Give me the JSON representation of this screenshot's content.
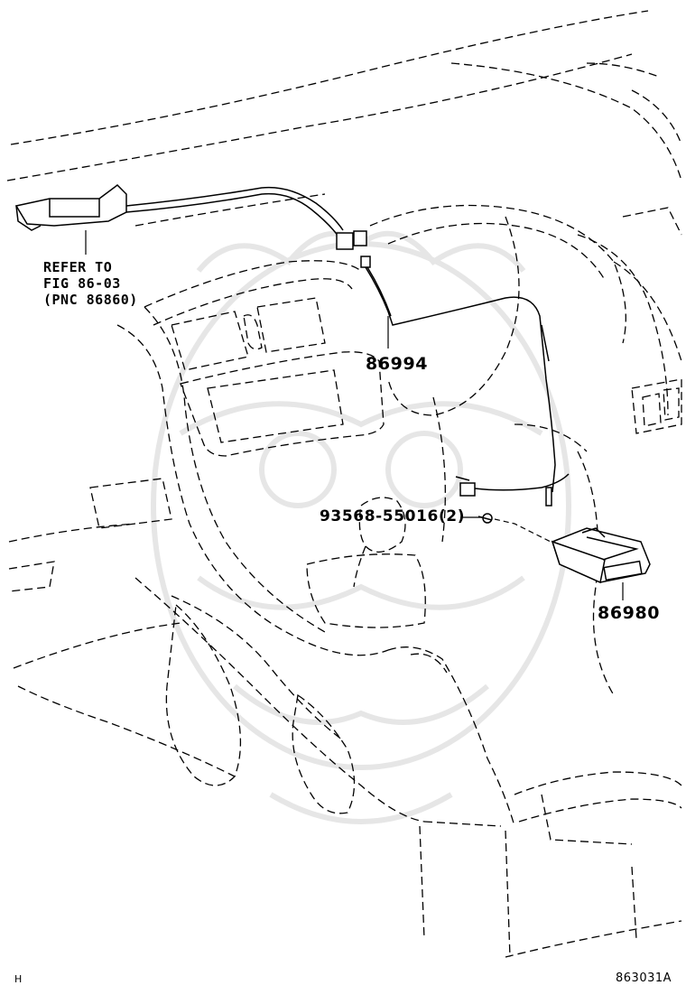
{
  "diagram": {
    "reference_note": {
      "line1": "REFER TO",
      "line2": "FIG 86-03",
      "line3": "(PNC 86860)"
    },
    "parts": [
      {
        "part_number": "86994"
      },
      {
        "part_number": "93568-55016(2)"
      },
      {
        "part_number": "86980"
      }
    ],
    "corner_mark": "H",
    "figure_code": "863031A",
    "line_color": "#000000",
    "watermark_color": "#e8e8e8"
  }
}
